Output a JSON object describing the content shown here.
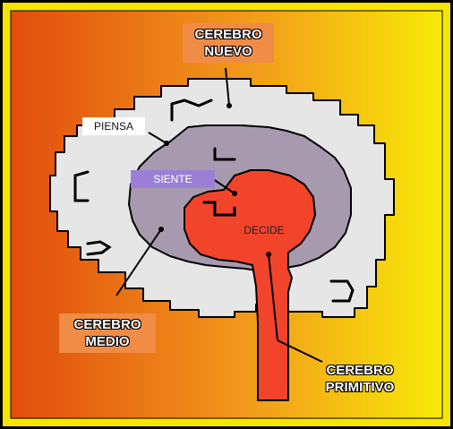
{
  "labels": {
    "cerebro_nuevo": [
      "CEREBRO",
      "NUEVO"
    ],
    "piensa": "PIENSA",
    "siente": "SIENTE",
    "decide": "DECIDE",
    "cerebro_medio": [
      "CEREBRO",
      "MEDIO"
    ],
    "cerebro_primitivo": [
      "CEREBRO",
      "PRIMITIVO"
    ]
  },
  "colors": {
    "border": "#f7e500",
    "gradient_left": "#e85a14",
    "gradient_right": "#f7e500",
    "outer_brain": "#e6e6e6",
    "middle_brain": "#a89aae",
    "inner_brain": "#f2442a",
    "label_orange": "#f08c45",
    "label_purple": "#9b7fd6"
  }
}
